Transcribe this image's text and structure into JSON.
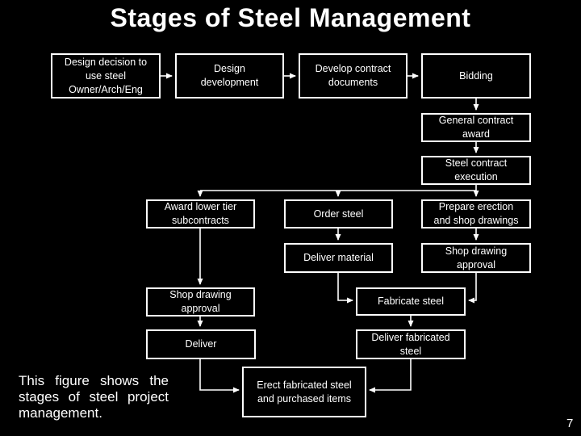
{
  "slide": {
    "title": "Stages of Steel Management",
    "caption": "This figure shows the stages of steel project management.",
    "page_number": "7",
    "colors": {
      "background": "#000000",
      "text": "#ffffff",
      "box_border": "#ffffff",
      "box_fill": "#000000",
      "connector": "#ffffff"
    }
  },
  "flowchart": {
    "boxes": [
      {
        "id": "design-decision",
        "label": "Design decision to\nuse steel\nOwner/Arch/Eng"
      },
      {
        "id": "design-development",
        "label": "Design\ndevelopment"
      },
      {
        "id": "develop-contract-documents",
        "label": "Develop contract\ndocuments"
      },
      {
        "id": "bidding",
        "label": "Bidding"
      },
      {
        "id": "general-contract-award",
        "label": "General contract\naward"
      },
      {
        "id": "steel-contract-execution",
        "label": "Steel contract\nexecution"
      },
      {
        "id": "award-lower-tier-subcontracts",
        "label": "Award lower tier\nsubcontracts"
      },
      {
        "id": "order-steel",
        "label": "Order steel"
      },
      {
        "id": "prepare-erection-and-shop-drawings",
        "label": "Prepare erection\nand shop drawings"
      },
      {
        "id": "deliver-material",
        "label": "Deliver material"
      },
      {
        "id": "shop-drawing-approval-right",
        "label": "Shop drawing\napproval"
      },
      {
        "id": "shop-drawing-approval-left",
        "label": "Shop drawing\napproval"
      },
      {
        "id": "fabricate-steel",
        "label": "Fabricate steel"
      },
      {
        "id": "deliver",
        "label": "Deliver"
      },
      {
        "id": "deliver-fabricated-steel",
        "label": "Deliver fabricated\nsteel"
      },
      {
        "id": "erect-fabricated-steel",
        "label": "Erect fabricated steel\nand purchased items"
      }
    ]
  }
}
